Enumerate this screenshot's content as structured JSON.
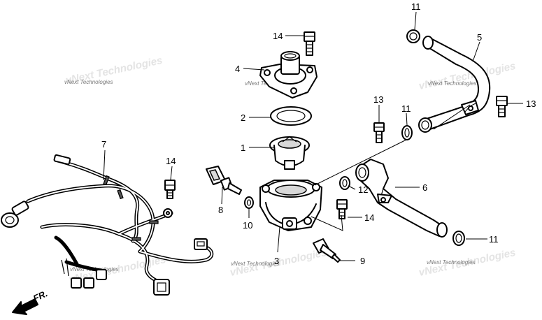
{
  "watermark": "vNext Technologies",
  "direction_label": "FR.",
  "callouts": [
    "1",
    "2",
    "3",
    "4",
    "5",
    "6",
    "7",
    "8",
    "9",
    "10",
    "11",
    "12",
    "13",
    "14"
  ],
  "callouts_repeat": {
    "11b": "11",
    "11c": "11",
    "13b": "13",
    "14b": "14",
    "14c": "14"
  }
}
